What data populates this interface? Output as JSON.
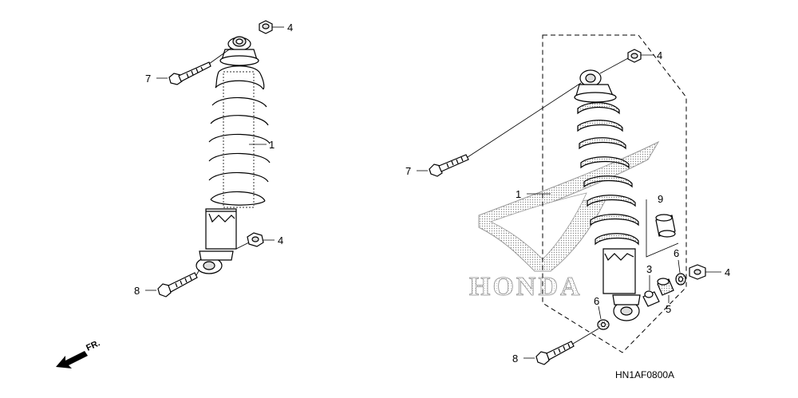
{
  "diagram": {
    "callouts": {
      "left_4_top": "4",
      "left_7": "7",
      "left_1": "1",
      "left_4_bottom": "4",
      "left_8": "8",
      "right_4_top": "4",
      "right_7": "7",
      "right_1": "1",
      "right_9": "9",
      "right_3": "3",
      "right_6_upper": "6",
      "right_4_side": "4",
      "right_5": "5",
      "right_6_lower": "6",
      "right_8": "8"
    },
    "watermark_text": "HONDA",
    "direction_label": "FR.",
    "diagram_code": "HN1AF0800A"
  }
}
